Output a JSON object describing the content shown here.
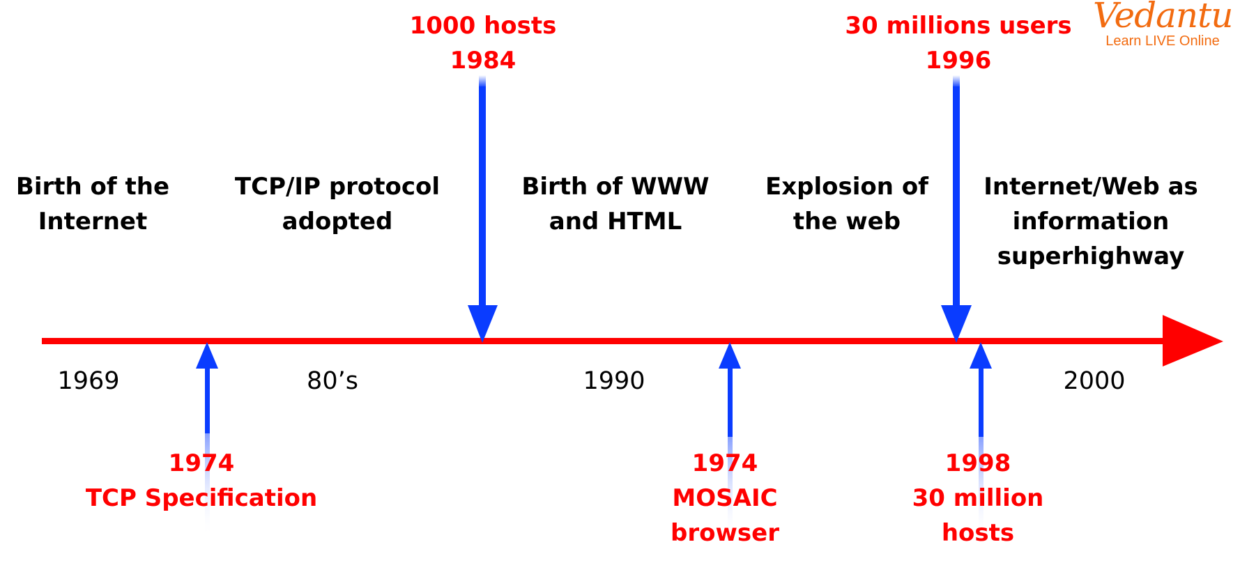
{
  "logo": {
    "brand": "Vedantu",
    "tagline": "Learn LIVE Online",
    "color": "#F26B10"
  },
  "colors": {
    "timeline": "#FF0000",
    "arrows": "#0A3CFF",
    "event_text": "#FF0000",
    "era_text": "#000000"
  },
  "eras": [
    {
      "lines": [
        "Birth of the",
        "Internet"
      ]
    },
    {
      "lines": [
        "TCP/IP protocol",
        "adopted"
      ]
    },
    {
      "lines": [
        "Birth of WWW",
        "and HTML"
      ]
    },
    {
      "lines": [
        "Explosion of",
        "the web"
      ]
    },
    {
      "lines": [
        "Internet/Web as",
        "information",
        "superhighway"
      ]
    }
  ],
  "years": [
    "1969",
    "80’s",
    "1990",
    "2000"
  ],
  "events_top": [
    {
      "lines": [
        "1000 hosts",
        "1984"
      ],
      "arrow": "down"
    },
    {
      "lines": [
        "30 millions users",
        "1996"
      ],
      "arrow": "down"
    }
  ],
  "events_bottom": [
    {
      "lines": [
        "1974",
        "TCP Specification"
      ],
      "arrow": "up"
    },
    {
      "lines": [
        "1974",
        "MOSAIC",
        "browser"
      ],
      "arrow": "up"
    },
    {
      "lines": [
        "1998",
        "30 million",
        "hosts"
      ],
      "arrow": "up"
    }
  ]
}
